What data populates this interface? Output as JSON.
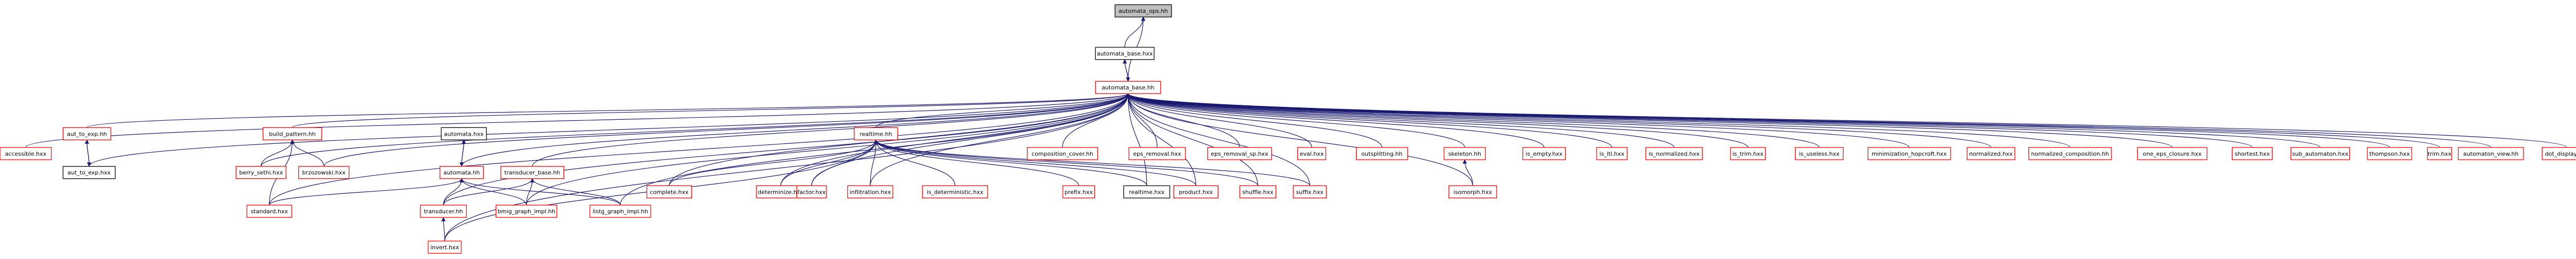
{
  "graph": {
    "colors": {
      "edge": "#191970",
      "root_fill": "#bfbfbf",
      "root_stroke": "#000000",
      "red_stroke": "#ff0000",
      "black_stroke": "#000000",
      "text": "#000000"
    },
    "nodes": [
      {
        "id": "automata_ops",
        "label": "automata_ops.hh",
        "style": "root"
      },
      {
        "id": "automata_base_hxx",
        "label": "automata_base.hxx",
        "style": "black"
      },
      {
        "id": "automata_base_hh",
        "label": "automata_base.hh",
        "style": "red"
      },
      {
        "id": "accessible",
        "label": "accessible.hxx",
        "style": "red"
      },
      {
        "id": "aut_to_exp_hh",
        "label": "aut_to_exp.hh",
        "style": "red"
      },
      {
        "id": "aut_to_exp_hxx",
        "label": "aut_to_exp.hxx",
        "style": "black"
      },
      {
        "id": "build_pattern",
        "label": "build_pattern.hh",
        "style": "red"
      },
      {
        "id": "berry_sethi",
        "label": "berry_sethi.hxx",
        "style": "red"
      },
      {
        "id": "brzozowski",
        "label": "brzozowski.hxx",
        "style": "red"
      },
      {
        "id": "standard",
        "label": "standard.hxx",
        "style": "red"
      },
      {
        "id": "automata_hxx",
        "label": "automata.hxx",
        "style": "black"
      },
      {
        "id": "automata_hh",
        "label": "automata.hh",
        "style": "red"
      },
      {
        "id": "transducer_base",
        "label": "transducer_base.hh",
        "style": "red"
      },
      {
        "id": "transducer",
        "label": "transducer.hh",
        "style": "red"
      },
      {
        "id": "invert",
        "label": "invert.hxx",
        "style": "red"
      },
      {
        "id": "bmig_graph_impl",
        "label": "bmig_graph_impl.hh",
        "style": "red"
      },
      {
        "id": "listg_graph_impl",
        "label": "listg_graph_impl.hh",
        "style": "red"
      },
      {
        "id": "realtime_hh",
        "label": "realtime.hh",
        "style": "red"
      },
      {
        "id": "complete",
        "label": "complete.hxx",
        "style": "red"
      },
      {
        "id": "determinize",
        "label": "determinize.hxx",
        "style": "red"
      },
      {
        "id": "factor",
        "label": "factor.hxx",
        "style": "red"
      },
      {
        "id": "infiltration",
        "label": "infiltration.hxx",
        "style": "red"
      },
      {
        "id": "is_deterministic",
        "label": "is_deterministic.hxx",
        "style": "red"
      },
      {
        "id": "prefix",
        "label": "prefix.hxx",
        "style": "red"
      },
      {
        "id": "realtime_hxx",
        "label": "realtime.hxx",
        "style": "black"
      },
      {
        "id": "product",
        "label": "product.hxx",
        "style": "red"
      },
      {
        "id": "shuffle",
        "label": "shuffle.hxx",
        "style": "red"
      },
      {
        "id": "suffix",
        "label": "suffix.hxx",
        "style": "red"
      },
      {
        "id": "composition_cover",
        "label": "composition_cover.hh",
        "style": "red"
      },
      {
        "id": "eps_removal",
        "label": "eps_removal.hxx",
        "style": "red"
      },
      {
        "id": "eps_removal_sp",
        "label": "eps_removal_sp.hxx",
        "style": "red"
      },
      {
        "id": "eval",
        "label": "eval.hxx",
        "style": "red"
      },
      {
        "id": "outsplitting",
        "label": "outsplitting.hh",
        "style": "red"
      },
      {
        "id": "skeleton",
        "label": "skeleton.hh",
        "style": "red"
      },
      {
        "id": "isomorph",
        "label": "isomorph.hxx",
        "style": "red"
      },
      {
        "id": "is_empty",
        "label": "is_empty.hxx",
        "style": "red"
      },
      {
        "id": "is_ltl",
        "label": "is_ltl.hxx",
        "style": "red"
      },
      {
        "id": "is_normalized",
        "label": "is_normalized.hxx",
        "style": "red"
      },
      {
        "id": "is_trim",
        "label": "is_trim.hxx",
        "style": "red"
      },
      {
        "id": "is_useless",
        "label": "is_useless.hxx",
        "style": "red"
      },
      {
        "id": "minimization_hopcroft",
        "label": "minimization_hopcroft.hxx",
        "style": "red"
      },
      {
        "id": "normalized",
        "label": "normalized.hxx",
        "style": "red"
      },
      {
        "id": "normalized_composition",
        "label": "normalized_composition.hh",
        "style": "red"
      },
      {
        "id": "one_eps_closure",
        "label": "one_eps_closure.hxx",
        "style": "red"
      },
      {
        "id": "shortest",
        "label": "shortest.hxx",
        "style": "red"
      },
      {
        "id": "sub_automaton",
        "label": "sub_automaton.hxx",
        "style": "red"
      },
      {
        "id": "thompson",
        "label": "thompson.hxx",
        "style": "red"
      },
      {
        "id": "trim",
        "label": "trim.hxx",
        "style": "red"
      },
      {
        "id": "automaton_view",
        "label": "automaton_view.hh",
        "style": "red"
      },
      {
        "id": "dot_display",
        "label": "dot_display.hxx",
        "style": "red"
      }
    ],
    "edges": [
      [
        "automata_base_hxx",
        "automata_base_hh"
      ],
      [
        "automata_base_hh",
        "automata_base_hxx"
      ],
      [
        "automata_ops",
        "automata_base_hxx"
      ],
      [
        "automata_ops",
        "automata_base_hh"
      ],
      [
        "automata_base_hh",
        "accessible"
      ],
      [
        "automata_base_hh",
        "aut_to_exp_hh"
      ],
      [
        "automata_base_hh",
        "aut_to_exp_hxx"
      ],
      [
        "aut_to_exp_hh",
        "aut_to_exp_hxx"
      ],
      [
        "aut_to_exp_hxx",
        "aut_to_exp_hh"
      ],
      [
        "automata_base_hh",
        "build_pattern"
      ],
      [
        "automata_base_hh",
        "berry_sethi"
      ],
      [
        "automata_base_hh",
        "brzozowski"
      ],
      [
        "automata_base_hh",
        "standard"
      ],
      [
        "build_pattern",
        "berry_sethi"
      ],
      [
        "build_pattern",
        "brzozowski"
      ],
      [
        "build_pattern",
        "standard"
      ],
      [
        "automata_base_hh",
        "automata_hh"
      ],
      [
        "automata_base_hh",
        "transducer_base"
      ],
      [
        "automata_base_hh",
        "transducer"
      ],
      [
        "automata_base_hh",
        "invert"
      ],
      [
        "automata_base_hh",
        "bmig_graph_impl"
      ],
      [
        "automata_base_hh",
        "listg_graph_impl"
      ],
      [
        "automata_hxx",
        "automata_hh"
      ],
      [
        "automata_hh",
        "automata_hxx"
      ],
      [
        "automata_hh",
        "standard"
      ],
      [
        "automata_hh",
        "transducer"
      ],
      [
        "automata_hh",
        "bmig_graph_impl"
      ],
      [
        "automata_hh",
        "listg_graph_impl"
      ],
      [
        "transducer_base",
        "transducer"
      ],
      [
        "transducer_base",
        "bmig_graph_impl"
      ],
      [
        "transducer_base",
        "listg_graph_impl"
      ],
      [
        "transducer",
        "invert"
      ],
      [
        "automata_base_hh",
        "realtime_hh"
      ],
      [
        "realtime_hh",
        "complete"
      ],
      [
        "realtime_hh",
        "determinize"
      ],
      [
        "realtime_hh",
        "factor"
      ],
      [
        "realtime_hh",
        "infiltration"
      ],
      [
        "realtime_hh",
        "is_deterministic"
      ],
      [
        "realtime_hh",
        "prefix"
      ],
      [
        "realtime_hh",
        "realtime_hxx"
      ],
      [
        "realtime_hh",
        "product"
      ],
      [
        "realtime_hh",
        "shuffle"
      ],
      [
        "realtime_hh",
        "suffix"
      ],
      [
        "realtime_hh",
        "invert"
      ],
      [
        "automata_base_hh",
        "complete"
      ],
      [
        "automata_base_hh",
        "determinize"
      ],
      [
        "automata_base_hh",
        "factor"
      ],
      [
        "automata_base_hh",
        "infiltration"
      ],
      [
        "automata_base_hh",
        "realtime_hxx"
      ],
      [
        "automata_base_hh",
        "product"
      ],
      [
        "automata_base_hh",
        "shuffle"
      ],
      [
        "automata_base_hh",
        "suffix"
      ],
      [
        "automata_base_hh",
        "composition_cover"
      ],
      [
        "automata_base_hh",
        "eps_removal"
      ],
      [
        "automata_base_hh",
        "eps_removal_sp"
      ],
      [
        "automata_base_hh",
        "eval"
      ],
      [
        "automata_base_hh",
        "outsplitting"
      ],
      [
        "automata_base_hh",
        "skeleton"
      ],
      [
        "automata_base_hh",
        "isomorph"
      ],
      [
        "skeleton",
        "isomorph"
      ],
      [
        "automata_base_hh",
        "is_empty"
      ],
      [
        "automata_base_hh",
        "is_ltl"
      ],
      [
        "automata_base_hh",
        "is_normalized"
      ],
      [
        "automata_base_hh",
        "is_trim"
      ],
      [
        "automata_base_hh",
        "is_useless"
      ],
      [
        "automata_base_hh",
        "minimization_hopcroft"
      ],
      [
        "automata_base_hh",
        "normalized"
      ],
      [
        "automata_base_hh",
        "normalized_composition"
      ],
      [
        "automata_base_hh",
        "one_eps_closure"
      ],
      [
        "automata_base_hh",
        "shortest"
      ],
      [
        "automata_base_hh",
        "sub_automaton"
      ],
      [
        "automata_base_hh",
        "thompson"
      ],
      [
        "automata_base_hh",
        "trim"
      ],
      [
        "automata_base_hh",
        "automaton_view"
      ],
      [
        "automata_base_hh",
        "dot_display"
      ]
    ]
  }
}
